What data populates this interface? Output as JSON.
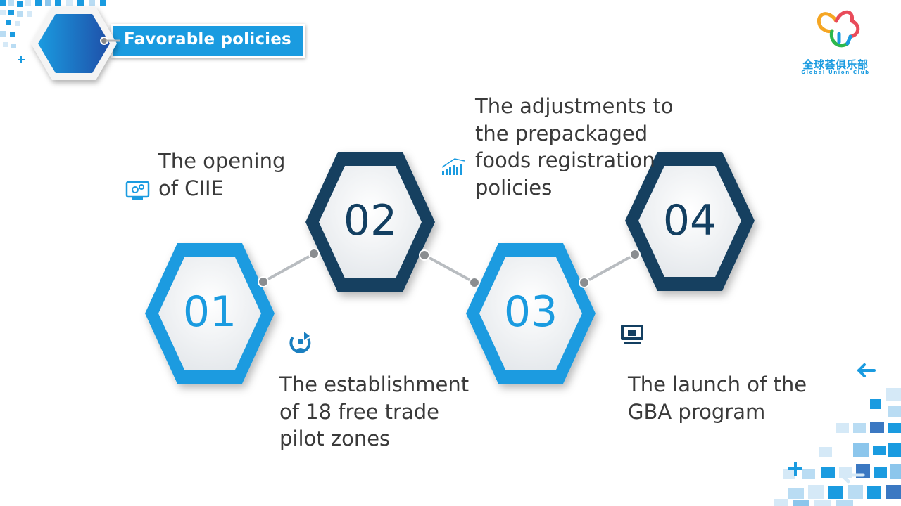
{
  "header": {
    "title": "Favorable policies"
  },
  "logo": {
    "name_cn": "全球荟俱乐部",
    "name_en": "Global Union Club"
  },
  "colors": {
    "light_blue": "#1a9be0",
    "dark_navy": "#133f61",
    "text": "#3a3a3a"
  },
  "steps": [
    {
      "number": "01",
      "lines": [
        "The opening",
        "of CIIE"
      ],
      "icon": "monitor-gears-icon",
      "color": "#1a9be0"
    },
    {
      "number": "02",
      "lines": [
        "The adjustments to",
        "the prepackaged",
        "foods registration",
        "policies"
      ],
      "icon": "bar-chart-icon",
      "color": "#133f61"
    },
    {
      "number": "03",
      "lines": [
        "The establishment",
        "of 18 free trade",
        "pilot zones"
      ],
      "icon": "person-refresh-icon",
      "color": "#1a9be0"
    },
    {
      "number": "04",
      "lines": [
        "The launch of the",
        "GBA program"
      ],
      "icon": "briefcase-monitor-icon",
      "color": "#133f61"
    }
  ]
}
